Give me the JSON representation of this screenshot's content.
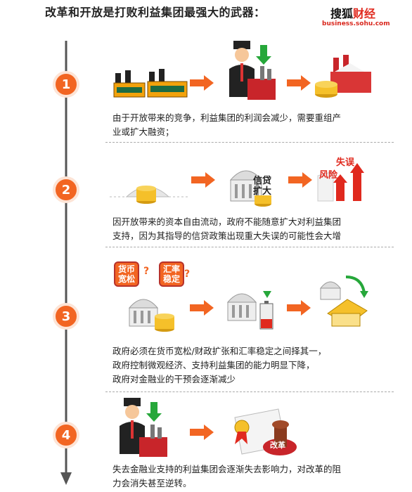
{
  "header": {
    "title": "改革和开放是打败利益集团最强大的武器：",
    "logo_main": "搜狐",
    "logo_accent": "财经",
    "logo_sub": "business.sohu.com"
  },
  "steps": [
    {
      "number": "1",
      "caption_line1": "由于开放带来的竞争，利益集团的利润会减少，需要重组产",
      "caption_line2": "业或扩大融资；"
    },
    {
      "number": "2",
      "caption_line1": "因开放带来的资本自由流动，政府不能随意扩大对利益集团",
      "caption_line2": "支持，因为其指导的信贷政策出现重大失误的可能性会大增"
    },
    {
      "number": "3",
      "caption_line1": "政府必须在货币宽松/财政扩张和汇率稳定之间择其一，",
      "caption_line2": "政府控制微观经济、支持利益集团的能力明显下降，",
      "caption_line3": "政府对金融业的干预会逐渐减少"
    },
    {
      "number": "4",
      "caption_line1": "失去金融业支持的利益集团会逐渐失去影响力，对改革的阻",
      "caption_line2": "力会消失甚至逆转。"
    }
  ],
  "labels": {
    "credit_expand": "信贷\n扩大",
    "risk": "风险",
    "mistake": "失误",
    "loose_money": "货币\n宽松",
    "fx_stable": "汇率\n稳定",
    "reform": "改革"
  },
  "colors": {
    "accent": "#f26522",
    "red": "#e0291e",
    "gold": "#f5c02a",
    "line": "#555555"
  }
}
